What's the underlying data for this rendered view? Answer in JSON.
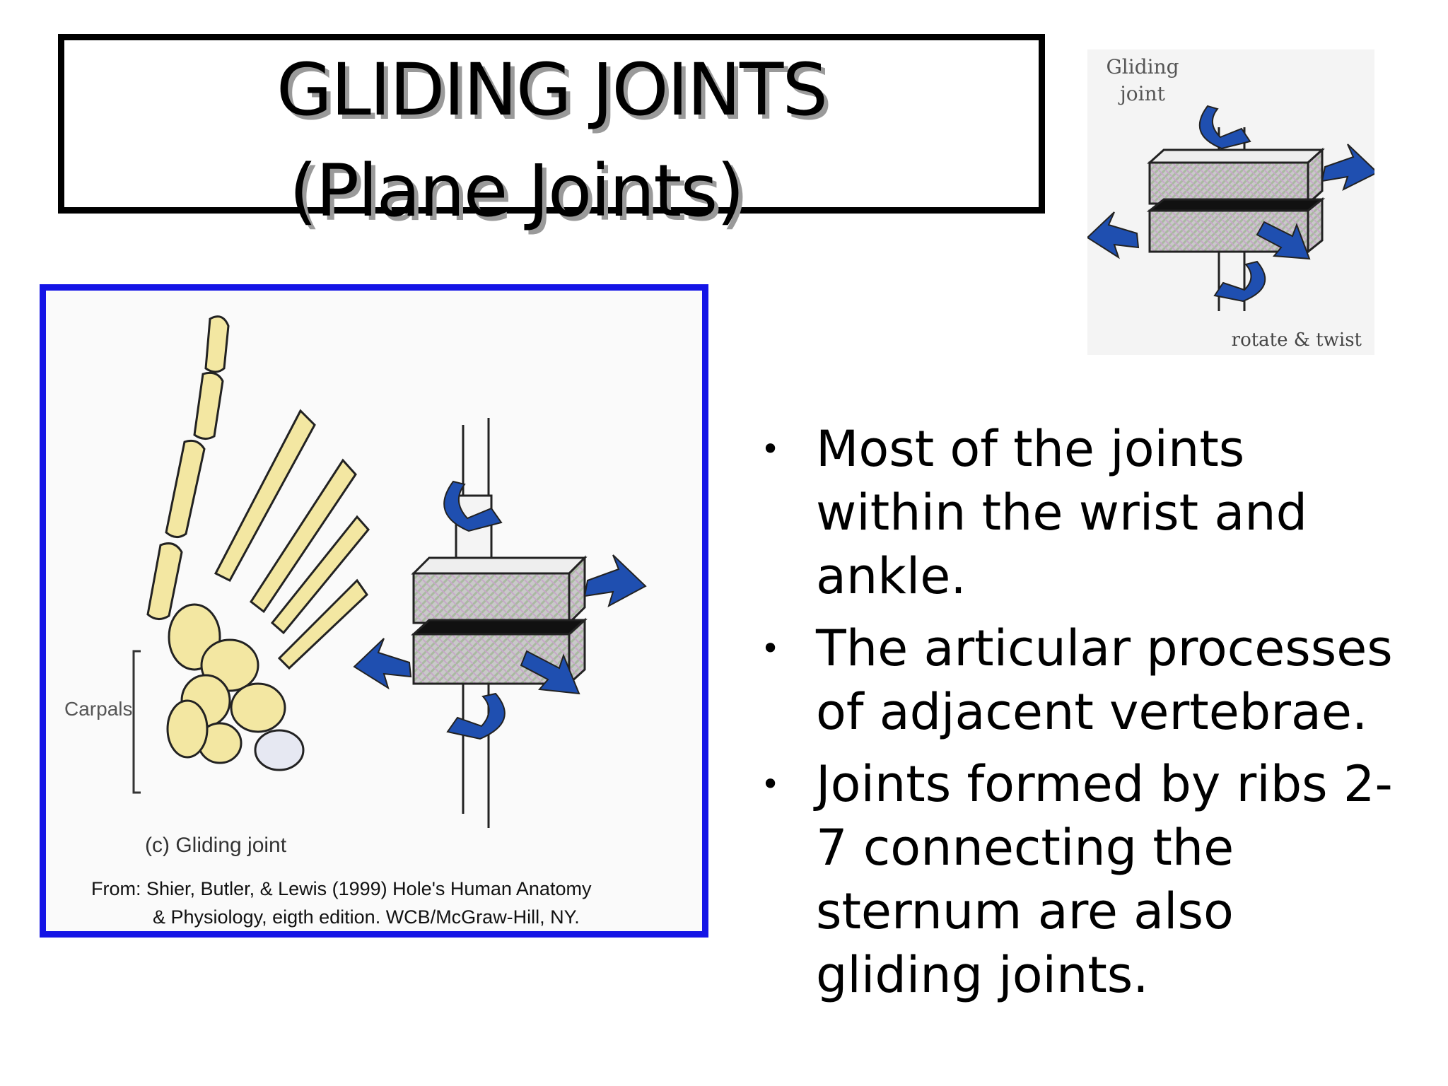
{
  "title": {
    "line1": "GLIDING JOINTS",
    "line2": "(Plane Joints)"
  },
  "mini_diagram": {
    "label_top": "Gliding joint",
    "label_bottom": "rotate & twist",
    "icon": "gliding-joint-icon"
  },
  "figure": {
    "carpals_label": "Carpals",
    "caption": "(c) Gliding joint",
    "citation_line1": "From:  Shier, Butler, & Lewis (1999) Hole's Human Anatomy",
    "citation_line2": "& Physiology, eigth edition.  WCB/McGraw-Hill, NY.",
    "frame_color": "#1414e6",
    "bone_color": "#f3e7a2",
    "arrow_color": "#1f4fb0"
  },
  "bullets": [
    {
      "text": "Most of the joints within the wrist and ankle."
    },
    {
      "text": "The articular processes of adjacent vertebrae."
    },
    {
      "text": "Joints formed by ribs 2-7 connecting the sternum are also gliding joints."
    }
  ]
}
